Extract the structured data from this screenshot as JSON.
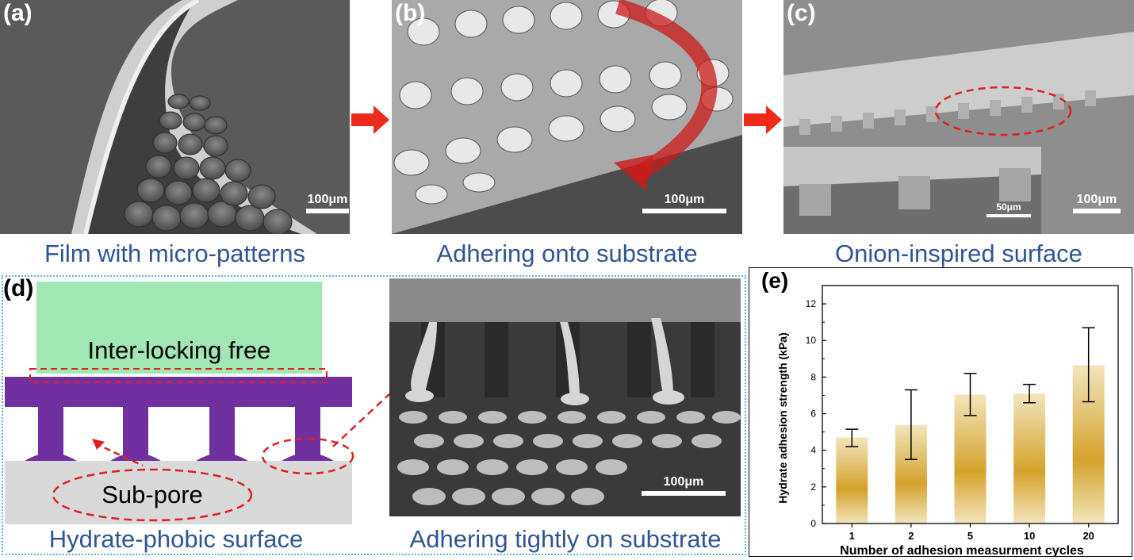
{
  "panels": {
    "a": {
      "label": "(a)",
      "scale": "100μm",
      "caption": "Film with micro-patterns"
    },
    "b": {
      "label": "(b)",
      "scale": "100μm",
      "caption": "Adhering onto substrate"
    },
    "c": {
      "label": "(c)",
      "scale": "100μm",
      "inset_scale": "50μm",
      "caption": "Onion-inspired surface"
    },
    "d": {
      "label": "(d)",
      "block_text": "Inter-locking free",
      "pore_text": "Sub-pore",
      "caption": "Hydrate-phobic surface",
      "sem_scale": "100μm",
      "sem_caption": "Adhering tightly on substrate"
    },
    "e": {
      "label": "(e)"
    }
  },
  "colors": {
    "caption": "#2f5597",
    "arrow": "#ee2a1b",
    "block": "#a0e7b4",
    "structure": "#7030a0",
    "substrate": "#d9d9d9",
    "dash": "#e02020",
    "bar_dark": "#d4a22b",
    "bar_light": "#f2e6bd"
  },
  "chart_data": {
    "type": "bar",
    "categories": [
      "1",
      "2",
      "5",
      "10",
      "20"
    ],
    "values": [
      4.7,
      5.4,
      7.05,
      7.1,
      8.65
    ],
    "errors_low": [
      4.2,
      3.5,
      5.9,
      6.6,
      6.65
    ],
    "errors_high": [
      5.15,
      7.3,
      8.2,
      7.6,
      10.7
    ],
    "xlabel": "Number of adhesion measurment cycles",
    "ylabel": "Hydrate adhesion strength (kPa)",
    "ylim": [
      0,
      13
    ],
    "yticks": [
      "0",
      "2",
      "4",
      "6",
      "8",
      "10",
      "12"
    ]
  }
}
